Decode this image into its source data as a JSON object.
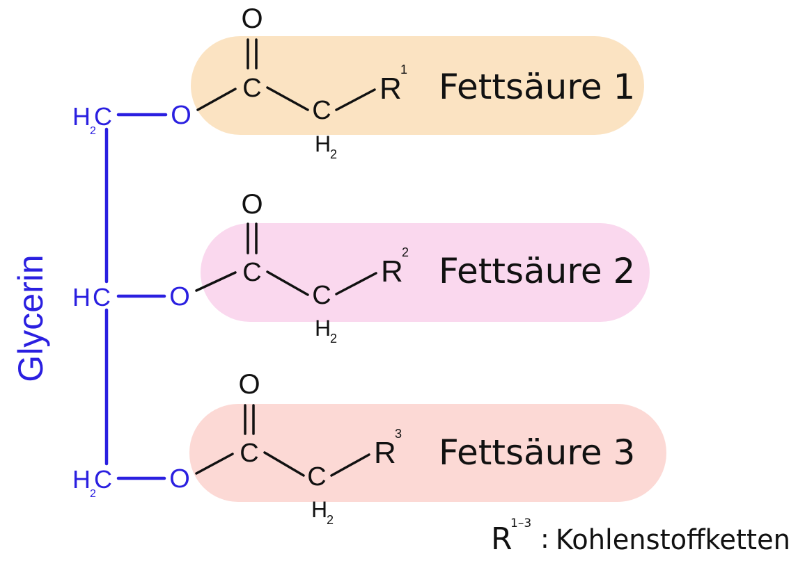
{
  "title": "",
  "colors": {
    "glycerol": "#2a1fe0",
    "ink": "#111111",
    "band_1": "#fbe3c2",
    "band_2": "#fad8ee",
    "band_3": "#fcd9d5"
  },
  "glycerol": {
    "label": "Glycerin",
    "rows": [
      {
        "h": "H",
        "sub": "2",
        "c": "C"
      },
      {
        "h": "H",
        "sub": "",
        "c": "C"
      },
      {
        "h": "H",
        "sub": "2",
        "c": "C"
      }
    ],
    "oxygen": "O"
  },
  "fatty_acids": [
    {
      "label": "Fettsäure 1",
      "carbonyl_o": "O",
      "carbon": "C",
      "ch2_c": "C",
      "ch2_h": "H",
      "ch2_sub": "2",
      "r": "R",
      "r_sup": "1"
    },
    {
      "label": "Fettsäure 2",
      "carbonyl_o": "O",
      "carbon": "C",
      "ch2_c": "C",
      "ch2_h": "H",
      "ch2_sub": "2",
      "r": "R",
      "r_sup": "2"
    },
    {
      "label": "Fettsäure 3",
      "carbonyl_o": "O",
      "carbon": "C",
      "ch2_c": "C",
      "ch2_h": "H",
      "ch2_sub": "2",
      "r": "R",
      "r_sup": "3"
    }
  ],
  "legend": {
    "symbol": "R",
    "sup": "1–3",
    "colon": ":",
    "text": "Kohlenstoffketten"
  }
}
